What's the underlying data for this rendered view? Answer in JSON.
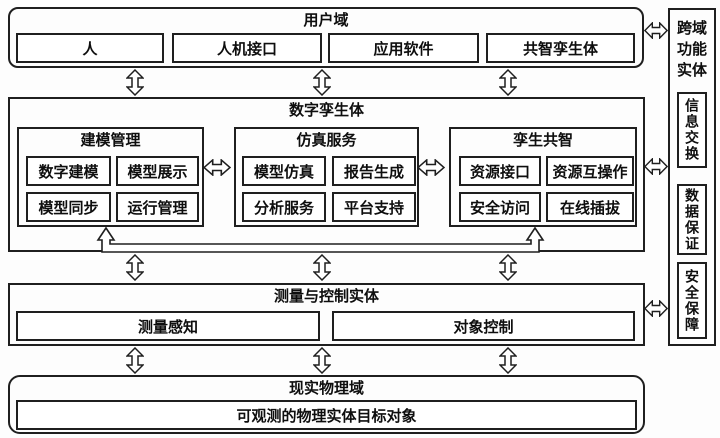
{
  "user_domain": {
    "title": "用户域",
    "items": [
      "人",
      "人机接口",
      "应用软件",
      "共智孪生体"
    ]
  },
  "digital_twin": {
    "title": "数字孪生体",
    "groups": [
      {
        "title": "建模管理",
        "items": [
          "数字建模",
          "模型展示",
          "模型同步",
          "运行管理"
        ]
      },
      {
        "title": "仿真服务",
        "items": [
          "模型仿真",
          "报告生成",
          "分析服务",
          "平台支持"
        ]
      },
      {
        "title": "孪生共智",
        "items": [
          "资源接口",
          "资源互操作",
          "安全访问",
          "在线插拔"
        ]
      }
    ]
  },
  "measure_control": {
    "title": "测量与控制实体",
    "items": [
      "测量感知",
      "对象控制"
    ]
  },
  "physical_domain": {
    "title": "现实物理域",
    "items": [
      "可观测的物理实体目标对象"
    ]
  },
  "cross_domain": {
    "title": "跨域功能实体",
    "items": [
      "信息交换",
      "数据保证",
      "安全保障"
    ]
  },
  "icons": {
    "vertical_double_arrow": "hollow up-down double arrow",
    "horizontal_double_arrow": "hollow left-right double arrow",
    "feedback_loop": "hollow U-shaped double-headed feedback arrow"
  },
  "colors": {
    "border": "#1f1f1f",
    "background": "#fdfdfd",
    "text": "#0e0e0e"
  }
}
